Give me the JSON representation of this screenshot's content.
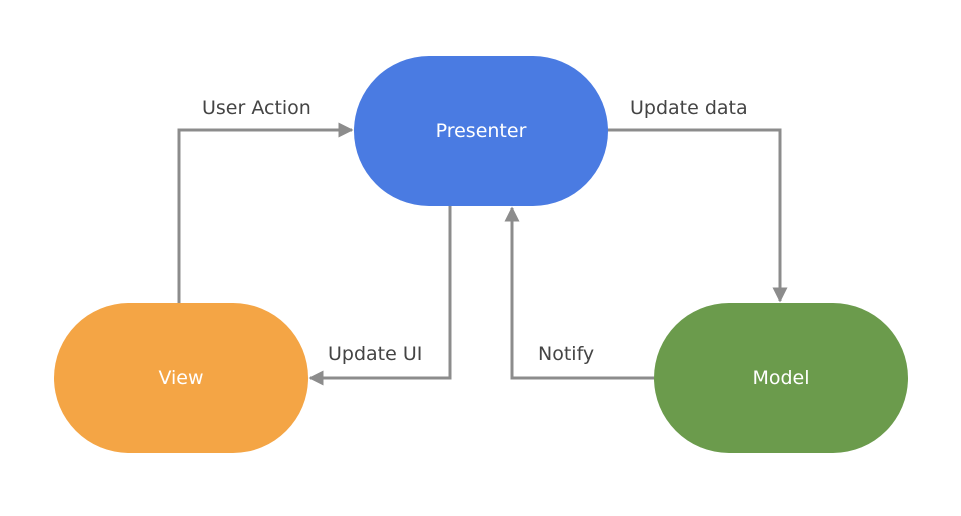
{
  "colors": {
    "presenter": "#4a7be2",
    "view": "#f4a545",
    "model": "#6b9b4c",
    "arrow": "#8c8c8c",
    "label": "#444444"
  },
  "nodes": {
    "presenter": {
      "label": "Presenter"
    },
    "view": {
      "label": "View"
    },
    "model": {
      "label": "Model"
    }
  },
  "edges": {
    "user_action": {
      "label": "User Action",
      "from": "View",
      "to": "Presenter"
    },
    "update_data": {
      "label": "Update data",
      "from": "Presenter",
      "to": "Model"
    },
    "update_ui": {
      "label": "Update UI",
      "from": "Presenter",
      "to": "View"
    },
    "notify": {
      "label": "Notify",
      "from": "Model",
      "to": "Presenter"
    }
  }
}
